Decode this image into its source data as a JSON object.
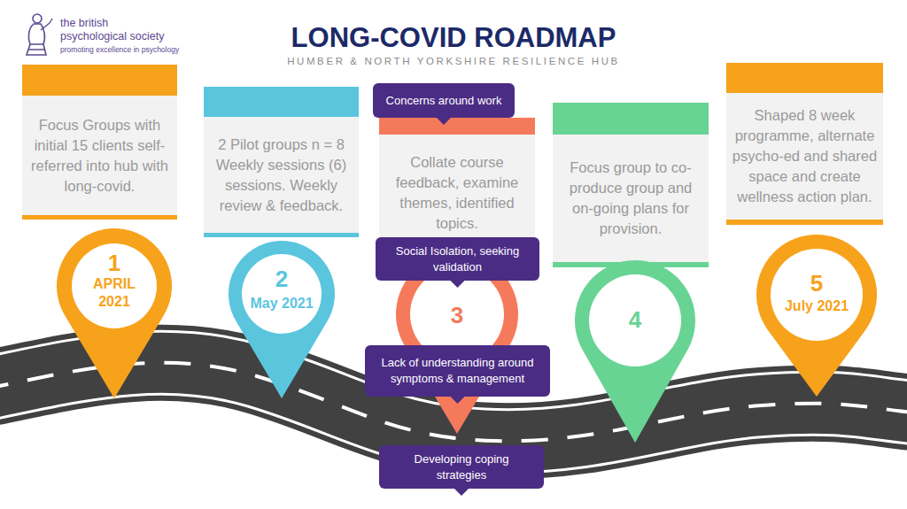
{
  "diagram": {
    "title": "LONG-COVID ROADMAP",
    "nodes": [
      {
        "text": [
          "Focus Groups with initial 15 clients self-referred into hub with long-covid."
        ]
      },
      {
        "text": [
          "1",
          "APRIL 2021"
        ]
      },
      {
        "text": [
          "2 Pilot groups n = 8 Weekly sessions (6) sessions. Weekly review & feedback."
        ]
      },
      {
        "text": [
          "2",
          "May 2021"
        ]
      },
      {
        "text": [
          "Collate course feedback, examine themes, identified topics."
        ]
      },
      {
        "text": [
          "3"
        ]
      },
      {
        "text": [
          "Concerns around work"
        ]
      },
      {
        "text": [
          "Social Isolation, seeking validation"
        ]
      },
      {
        "text": [
          "Lack of understanding around symptoms & management"
        ]
      },
      {
        "text": [
          "Developing coping strategies"
        ]
      },
      {
        "text": [
          "Focus group to co-produce group and on-going plans for provision."
        ]
      },
      {
        "text": [
          "4"
        ]
      },
      {
        "text": [
          "Shaped 8 week programme, alternate psycho-ed and shared space and create wellness action plan."
        ]
      },
      {
        "text": [
          "5",
          "July 2021"
        ]
      }
    ],
    "labels": [
      "the british psychological society",
      "promoting excellence in psychology",
      "HUMBER & NORTH YORKSHIRE RESILIENCE HUB"
    ]
  }
}
